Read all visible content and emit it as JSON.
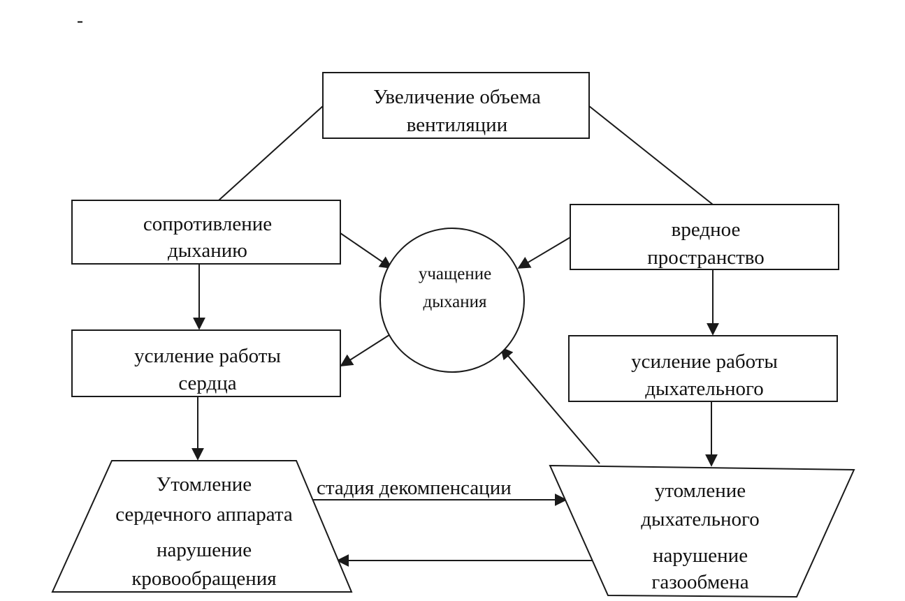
{
  "mark": "-",
  "nodes": {
    "ventilation": {
      "line1": "Увеличение объема",
      "line2": "вентиляции"
    },
    "resistance": {
      "line1": "сопротивление",
      "line2": "дыханию"
    },
    "dead_space": {
      "line1": "вредное",
      "line2": "пространство"
    },
    "breathing_rate": {
      "line1": "учащение",
      "line2": "дыхания"
    },
    "heart_work": {
      "line1": "усиление работы",
      "line2": "сердца"
    },
    "resp_work": {
      "line1": "усиление работы",
      "line2": "дыхательного"
    },
    "heart_fatigue": {
      "line1": "Утомление",
      "line2": "сердечного аппарата",
      "line3": "нарушение",
      "line4": "кровообращения"
    },
    "resp_fatigue": {
      "line1": "утомление",
      "line2": "дыхательного",
      "line3": "нарушение",
      "line4": "газообмена"
    }
  },
  "edge_labels": {
    "decompensation": "стадия декомпенсации"
  }
}
